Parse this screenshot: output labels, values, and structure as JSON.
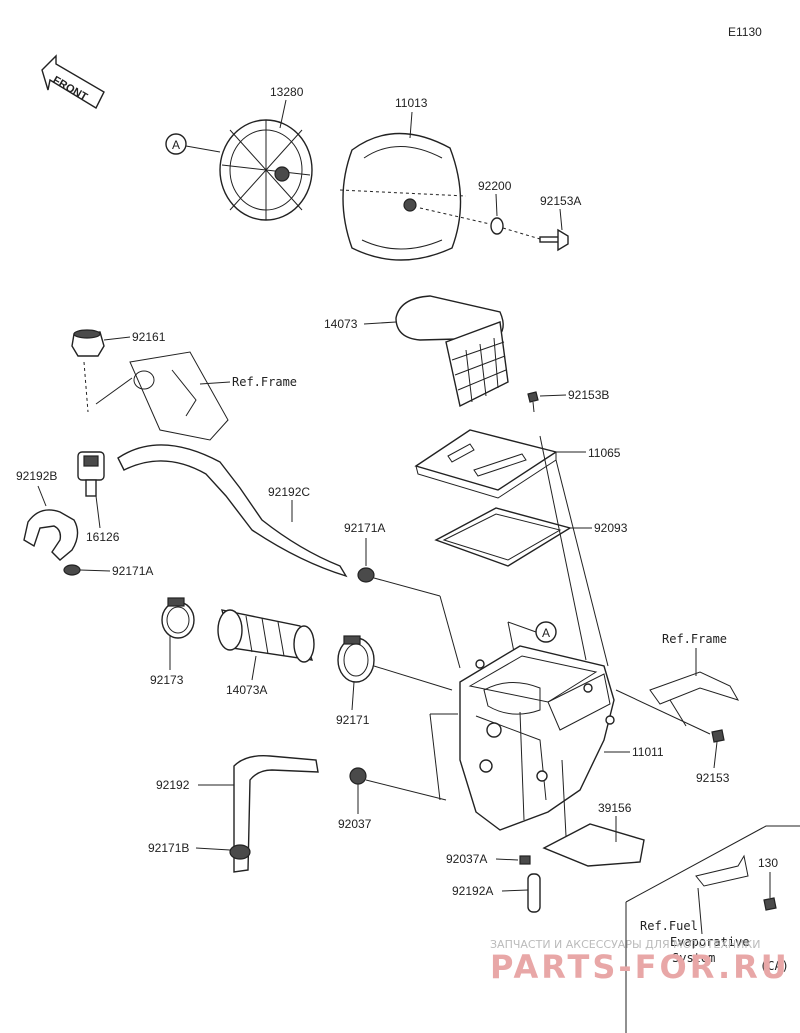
{
  "diagram_code": "E1130",
  "front_label": "FRONT",
  "callout_label": "A",
  "parts": {
    "p13280": "13280",
    "p11013": "11013",
    "p92200": "92200",
    "p92153A": "92153A",
    "p14073": "14073",
    "p92161": "92161",
    "p92153B": "92153B",
    "p11065": "11065",
    "p92192B": "92192B",
    "p16126": "16126",
    "p92192C": "92192C",
    "p92171A_1": "92171A",
    "p92171A_2": "92171A",
    "p92093": "92093",
    "p92173": "92173",
    "p14073A": "14073A",
    "p92171": "92171",
    "p11011": "11011",
    "p92153": "92153",
    "p92192": "92192",
    "p92037": "92037",
    "p39156": "39156",
    "p92171B": "92171B",
    "p92037A": "92037A",
    "p92192A": "92192A",
    "p130": "130"
  },
  "references": {
    "ref_frame_1": "Ref.Frame",
    "ref_frame_2": "Ref.Frame",
    "ref_fuel_1": "Ref.Fuel",
    "ref_fuel_2": "Evaporative",
    "ref_fuel_3": "System",
    "ref_fuel_4": "(CA)"
  },
  "watermark": {
    "line1": "ЗАПЧАСТИ И АКСЕССУАРЫ ДЛЯ МОТОТЕХНИКИ",
    "line2": "PARTS-FOR.RU"
  }
}
